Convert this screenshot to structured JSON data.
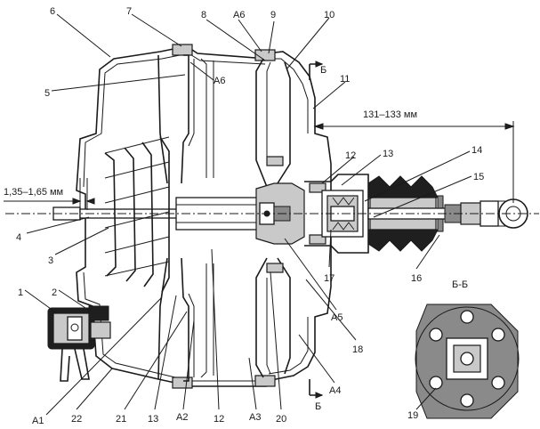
{
  "diagram": {
    "callouts": {
      "c1": "1",
      "c2": "2",
      "c3": "3",
      "c4": "4",
      "c5": "5",
      "c6": "6",
      "c7": "7",
      "c8": "8",
      "c9": "9",
      "c10": "10",
      "c11": "11",
      "c12a": "12",
      "c12b": "12",
      "c13a": "13",
      "c13b": "13",
      "c14": "14",
      "c15": "15",
      "c16": "16",
      "c17": "17",
      "c18": "18",
      "c19": "19",
      "c20": "20",
      "c21": "21",
      "c22": "22",
      "a1": "А1",
      "a2": "А2",
      "a3": "А3",
      "a4": "А4",
      "a5": "А5",
      "a6a": "А6",
      "a6b": "А6"
    },
    "dimensions": {
      "gap": "1,35–1,65 мм",
      "length": "131–133 мм"
    },
    "section": {
      "marker_top": "Б",
      "marker_bottom": "Б",
      "view_title": "Б-Б"
    }
  }
}
